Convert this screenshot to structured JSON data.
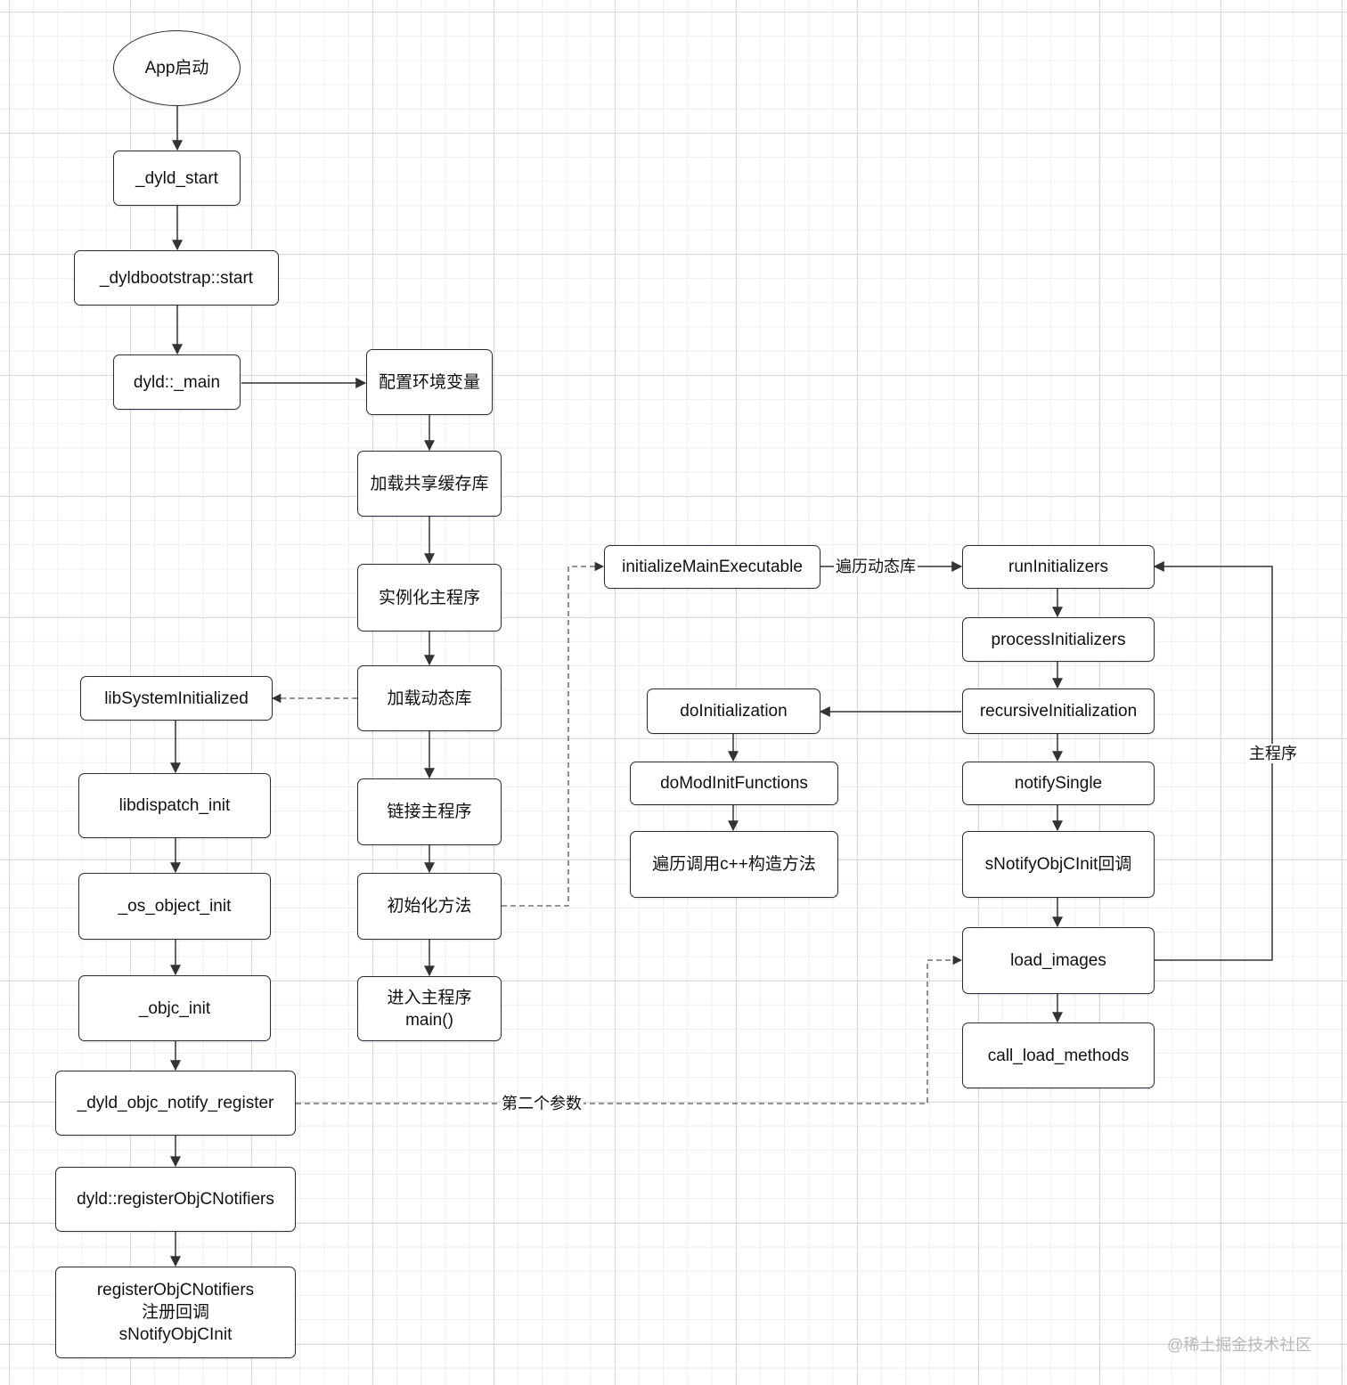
{
  "diagram": {
    "nodes": {
      "app_start": "App启动",
      "dyld_start": "_dyld_start",
      "dyldbootstrap_start": "_dyldbootstrap::start",
      "dyld_main": "dyld::_main",
      "config_env": "配置环境变量",
      "load_shared_cache": "加载共享缓存库",
      "instantiate_main": "实例化主程序",
      "load_dylibs": "加载动态库",
      "link_main": "链接主程序",
      "init_method": "初始化方法",
      "enter_main": "进入主程序\nmain()",
      "libsystem_initialized": "libSystemInitialized",
      "libdispatch_init": "libdispatch_init",
      "os_object_init": "_os_object_init",
      "objc_init": "_objc_init",
      "dyld_objc_notify_register": "_dyld_objc_notify_register",
      "register_objc_notifiers": "dyld::registerObjCNotifiers",
      "register_notifiers_note": "registerObjCNotifiers\n注册回调\nsNotifyObjCInit",
      "initialize_main_executable": "initializeMainExecutable",
      "run_initializers": "runInitializers",
      "process_initializers": "processInitializers",
      "recursive_initialization": "recursiveInitialization",
      "do_initialization": "doInitialization",
      "do_mod_init_functions": "doModInitFunctions",
      "call_cpp_constructors": "遍历调用c++构造方法",
      "notify_single": "notifySingle",
      "snotify_objc_init": "sNotifyObjCInit回调",
      "load_images": "load_images",
      "call_load_methods": "call_load_methods"
    },
    "edge_labels": {
      "iterate_dylibs": "遍历动态库",
      "main_program": "主程序",
      "second_param": "第二个参数"
    }
  },
  "watermark": "@稀土掘金技术社区",
  "colors": {
    "line": "#333333",
    "dashed": "#666666",
    "grid": "#d9d9d9"
  }
}
